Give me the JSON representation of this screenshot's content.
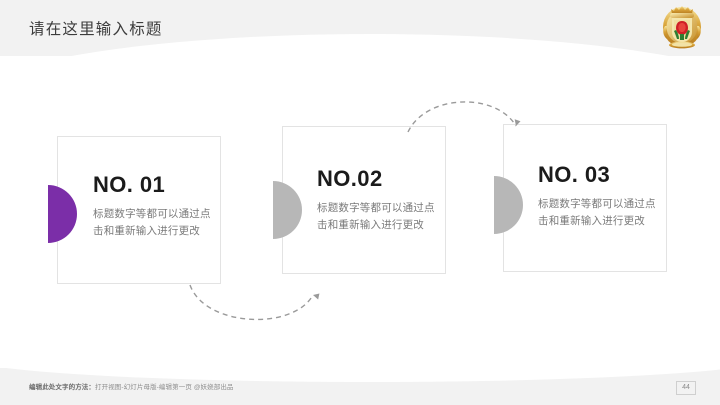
{
  "slide": {
    "title": "请在这里输入标题",
    "logo_icon": "gold-crest-emblem"
  },
  "cards": [
    {
      "title": "NO. 01",
      "body": "标题数字等都可以通过点击和重新输入进行更改",
      "accent": "#7b2ea8",
      "marker_icon": "half-disc-marker"
    },
    {
      "title": "NO.02",
      "body": "标题数字等都可以通过点击和重新输入进行更改",
      "accent": "#b7b7b7",
      "marker_icon": "half-disc-marker"
    },
    {
      "title": "NO. 03",
      "body": "标题数字等都可以通过点击和重新输入进行更改",
      "accent": "#b7b7b7",
      "marker_icon": "half-disc-marker"
    }
  ],
  "connectors": [
    {
      "name": "arrow-card1-to-card2",
      "style": "dashed-curved-arrow",
      "direction": "down-right",
      "color": "#9a9a9a"
    },
    {
      "name": "arrow-card2-to-card3",
      "style": "dashed-curved-arrow",
      "direction": "up-right",
      "color": "#9a9a9a"
    }
  ],
  "footer": {
    "note_label": "编辑此处文字的方法：",
    "note_value": "打开视图-幻灯片母版-编辑第一页 @妖娆部出品",
    "page_number": "44"
  },
  "colors": {
    "band": "#f2f2f2",
    "accent_purple": "#7b2ea8",
    "accent_gray": "#b7b7b7",
    "card_border": "#e3e3e3",
    "title_text": "#3c3c3c",
    "body_text": "#7a7a7a"
  }
}
